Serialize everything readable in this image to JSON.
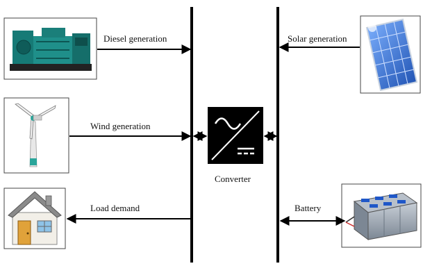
{
  "diagram": {
    "labels": {
      "diesel": "Diesel generation",
      "wind": "Wind generation",
      "load": "Load demand",
      "solar": "Solar generation",
      "battery": "Battery",
      "converter": "Converter"
    },
    "icons": {
      "diesel": "diesel-generator-icon",
      "wind": "wind-turbine-icon",
      "load": "house-icon",
      "solar": "solar-panel-icon",
      "battery": "battery-bank-icon",
      "converter": "ac-dc-converter-icon"
    },
    "colors": {
      "line": "#000000",
      "generator_body": "#1f8f8a",
      "solar_cell": "#2f6fd6",
      "battery_body": "#9aa5b1",
      "house_roof": "#8a8a8a",
      "house_wall": "#f2efe8",
      "door": "#e0a23a"
    }
  }
}
